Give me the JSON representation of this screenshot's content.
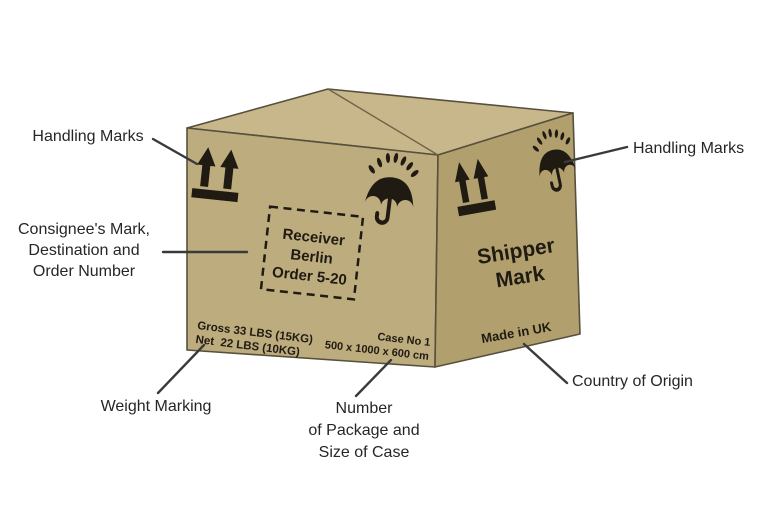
{
  "labels": {
    "handling_left": "Handling Marks",
    "consignee": [
      "Consignee's Mark,",
      "Destination and",
      "Order Number"
    ],
    "weight": "Weight Marking",
    "package": [
      "Number",
      "of Package and",
      "Size of Case"
    ],
    "country": "Country of Origin",
    "handling_right": "Handling Marks"
  },
  "box_markings": {
    "consignee_stamp": [
      "Receiver",
      "Berlin",
      "Order 5-20"
    ],
    "weight_gross": "Gross 33 LBS (15KG)",
    "weight_net": "Net  22 LBS (10KG)",
    "case_no": "Case No 1",
    "case_size": "500 x 1000 x 600 cm",
    "shipper": [
      "Shipper",
      "Mark"
    ],
    "origin": "Made in UK"
  },
  "icons": {
    "front_top_left": "this-way-up-arrows-icon",
    "front_top_right": "keep-dry-umbrella-icon",
    "side_top_left": "this-way-up-arrows-icon",
    "side_top_right": "keep-dry-umbrella-icon"
  },
  "colors": {
    "background": "#ffffff",
    "box_top": "#c7b78a",
    "box_front": "#bdac7e",
    "box_side": "#b1a06e",
    "box_edge": "#57503c",
    "print_ink": "#201b12",
    "label_text": "#262626",
    "leader_line": "#3a3a3a"
  }
}
